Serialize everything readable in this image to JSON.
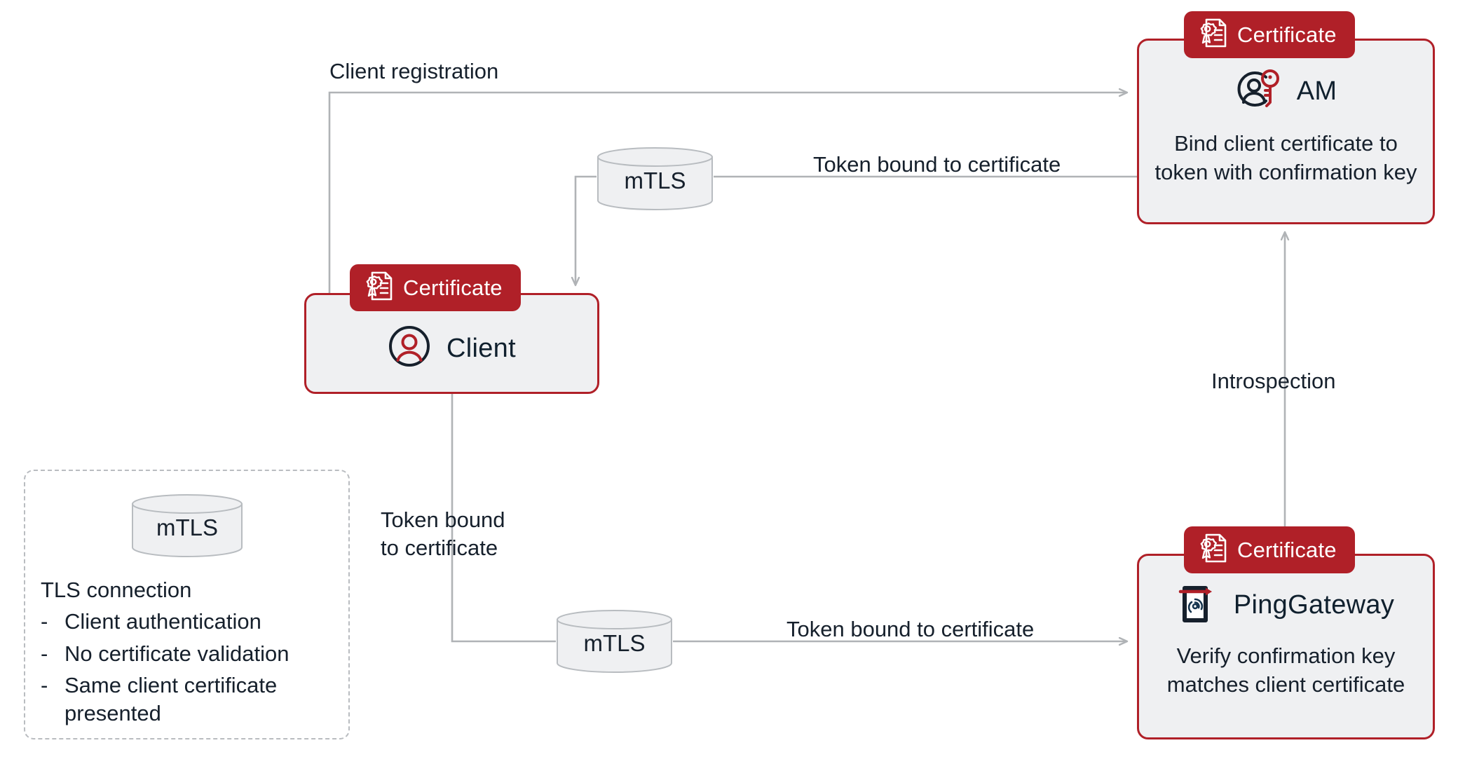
{
  "diagram": {
    "title": "Certificate-bound token flow (mTLS)",
    "colors": {
      "accent_red": "#b02028",
      "node_fill": "#eff0f2",
      "text_dark": "#16202c",
      "line_gray": "#b0b3b6",
      "cylinder_stroke": "#b8bcc0"
    }
  },
  "nodes": [
    {
      "id": "client",
      "badge": "Certificate",
      "badge_icon": "certificate-icon",
      "title": "Client",
      "icon": "user-circle-icon",
      "description": ""
    },
    {
      "id": "am",
      "badge": "Certificate",
      "badge_icon": "certificate-icon",
      "title": "AM",
      "icon": "user-key-icon",
      "description": "Bind client certificate\nto token with\nconfirmation key"
    },
    {
      "id": "pinggateway",
      "badge": "Certificate",
      "badge_icon": "certificate-icon",
      "title": "PingGateway",
      "icon": "gateway-fingerprint-icon",
      "description": "Verify confirmation\nkey matches client\ncertificate"
    }
  ],
  "cylinders": [
    {
      "id": "mtls-top",
      "label": "mTLS"
    },
    {
      "id": "mtls-bottom",
      "label": "mTLS"
    },
    {
      "id": "mtls-legend",
      "label": "mTLS"
    }
  ],
  "edges": [
    {
      "id": "client-registration",
      "label": "Client registration",
      "from": "client",
      "to": "am"
    },
    {
      "id": "token-bound-top",
      "label": "Token bound to certificate",
      "from": "client",
      "to": "am"
    },
    {
      "id": "token-bound-vertical",
      "label": "Token bound\nto certificate",
      "from": "client",
      "to": "pinggateway"
    },
    {
      "id": "token-bound-bottom",
      "label": "Token bound to certificate",
      "from": "client",
      "to": "pinggateway"
    },
    {
      "id": "introspection",
      "label": "Introspection",
      "from": "pinggateway",
      "to": "am"
    }
  ],
  "legend": {
    "cylinder_label": "mTLS",
    "title": "TLS connection",
    "dash": "-",
    "items": [
      "Client authentication",
      "No certificate validation",
      "Same client certificate presented"
    ]
  }
}
